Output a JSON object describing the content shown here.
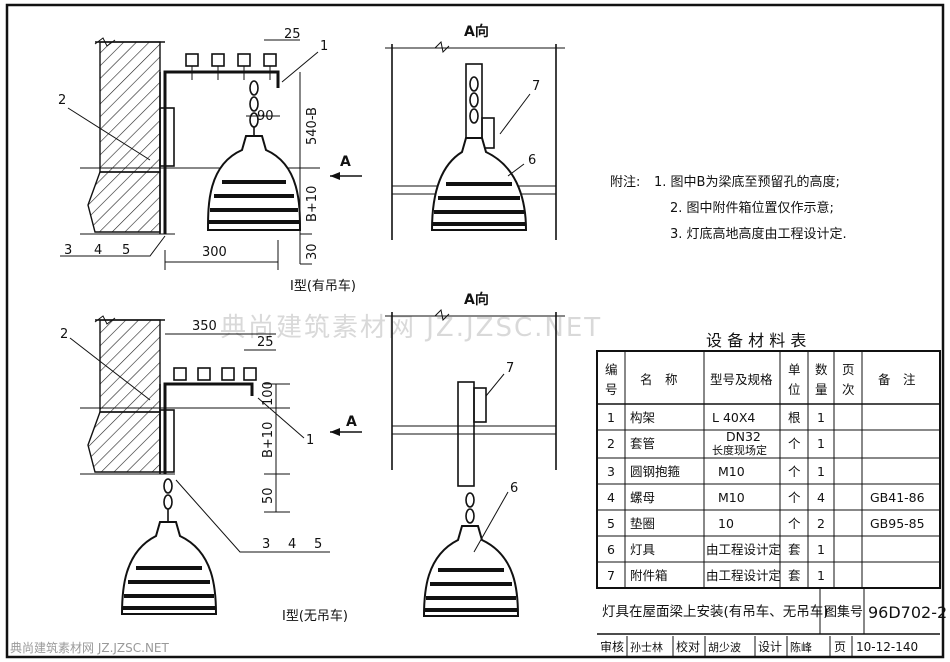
{
  "drawing": {
    "view_a_label": "A向",
    "view_a_label_2": "A向",
    "arrow_a": "A",
    "arrow_a_2": "A",
    "type1_caption": "Ⅰ型(有吊车)",
    "type2_caption": "Ⅰ型(无吊车)",
    "dims_top": {
      "d25": "25",
      "d90": "90",
      "d540b": "540-B",
      "db10": "B+10",
      "d30": "30",
      "d300": "300"
    },
    "dims_bottom": {
      "d350": "350",
      "d25": "25",
      "d100": "100",
      "db10": "B+10",
      "d50": "50"
    },
    "callouts": {
      "c1": "1",
      "c2": "2",
      "c3": "3",
      "c4": "4",
      "c5": "5",
      "c6": "6",
      "c7": "7",
      "b1": "1",
      "b2": "2",
      "b3": "3",
      "b4": "4",
      "b5": "5",
      "b6": "6",
      "b7": "7"
    }
  },
  "notes": {
    "heading": "附注:",
    "items": [
      "1. 图中B为梁底至预留孔的高度;",
      "2. 图中附件箱位置仅作示意;",
      "3. 灯底高地高度由工程设计定."
    ]
  },
  "table": {
    "title": "设 备 材 料 表",
    "headers": {
      "no_1": "编",
      "no_2": "号",
      "name": "名　称",
      "spec": "型号及规格",
      "unit_1": "单",
      "unit_2": "位",
      "qty_1": "数",
      "qty_2": "量",
      "page_1": "页",
      "page_2": "次",
      "remark": "备　注"
    },
    "rows": [
      {
        "no": "1",
        "name": "构架",
        "spec": "L 40X4",
        "spec2": "",
        "unit": "根",
        "qty": "1",
        "page": "",
        "remark": ""
      },
      {
        "no": "2",
        "name": "套管",
        "spec": "DN32",
        "spec2": "长度现场定",
        "unit": "个",
        "qty": "1",
        "page": "",
        "remark": ""
      },
      {
        "no": "3",
        "name": "圆钢抱箍",
        "spec": "M10",
        "spec2": "",
        "unit": "个",
        "qty": "1",
        "page": "",
        "remark": ""
      },
      {
        "no": "4",
        "name": "螺母",
        "spec": "M10",
        "spec2": "",
        "unit": "个",
        "qty": "4",
        "page": "",
        "remark": "GB41-86"
      },
      {
        "no": "5",
        "name": "垫圈",
        "spec": "10",
        "spec2": "",
        "unit": "个",
        "qty": "2",
        "page": "",
        "remark": "GB95-85"
      },
      {
        "no": "6",
        "name": "灯具",
        "spec": "由工程设计定",
        "spec2": "",
        "unit": "套",
        "qty": "1",
        "page": "",
        "remark": ""
      },
      {
        "no": "7",
        "name": "附件箱",
        "spec": "由工程设计定",
        "spec2": "",
        "unit": "套",
        "qty": "1",
        "page": "",
        "remark": ""
      }
    ]
  },
  "title_block": {
    "drawing_title": "灯具在屋面梁上安装(有吊车、无吊车)",
    "atlas_label": "图集号",
    "atlas_no": "96D702-2",
    "review": "审核",
    "check": "校对",
    "design": "设计",
    "page_label": "页",
    "page_no": "10-12-140",
    "signature_1": "孙士林",
    "signature_2": "胡少波",
    "signature_3": "陈峰"
  },
  "watermark": {
    "main": "典尚建筑素材网 JZ.JZSC.NET",
    "bottom": "典尚建筑素材网 JZ.JZSC.NET"
  }
}
